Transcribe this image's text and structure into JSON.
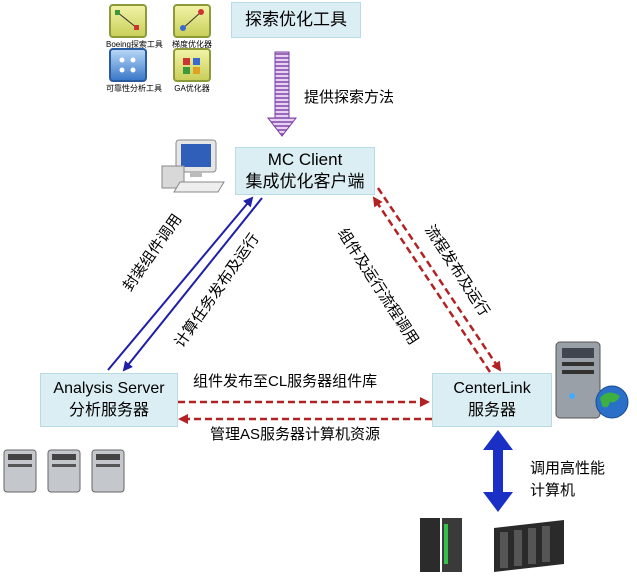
{
  "tools": {
    "boeing": "Boeing探索工具",
    "gradient": "梯度优化器",
    "reliability": "可靠性分析工具",
    "ga": "GA优化器"
  },
  "boxes": {
    "explore_tool": "探索优化工具",
    "mc_client_l1": "MC Client",
    "mc_client_l2": "集成优化客户端",
    "analysis_l1": "Analysis Server",
    "analysis_l2": "分析服务器",
    "centerlink_l1": "CenterLink",
    "centerlink_l2": "服务器"
  },
  "labels": {
    "provide_method": "提供探索方法",
    "wrap_component": "封装组件调用",
    "compute_task": "计算任务发布及运行",
    "component_flow": "组件及运行流程调用",
    "flow_publish": "流程发布及运行",
    "publish_to_cl": "组件发布至CL服务器组件库",
    "manage_as": "管理AS服务器计算机资源",
    "call_hpc_l1": "调用高性能",
    "call_hpc_l2": "计算机"
  },
  "colors": {
    "box_fill": "#dbeef3",
    "blue_arrow": "#1f1fa8",
    "red_dashed": "#b22222",
    "purple_arrow": "#7b3aa6",
    "vertical_blue": "#1a2fc4"
  }
}
